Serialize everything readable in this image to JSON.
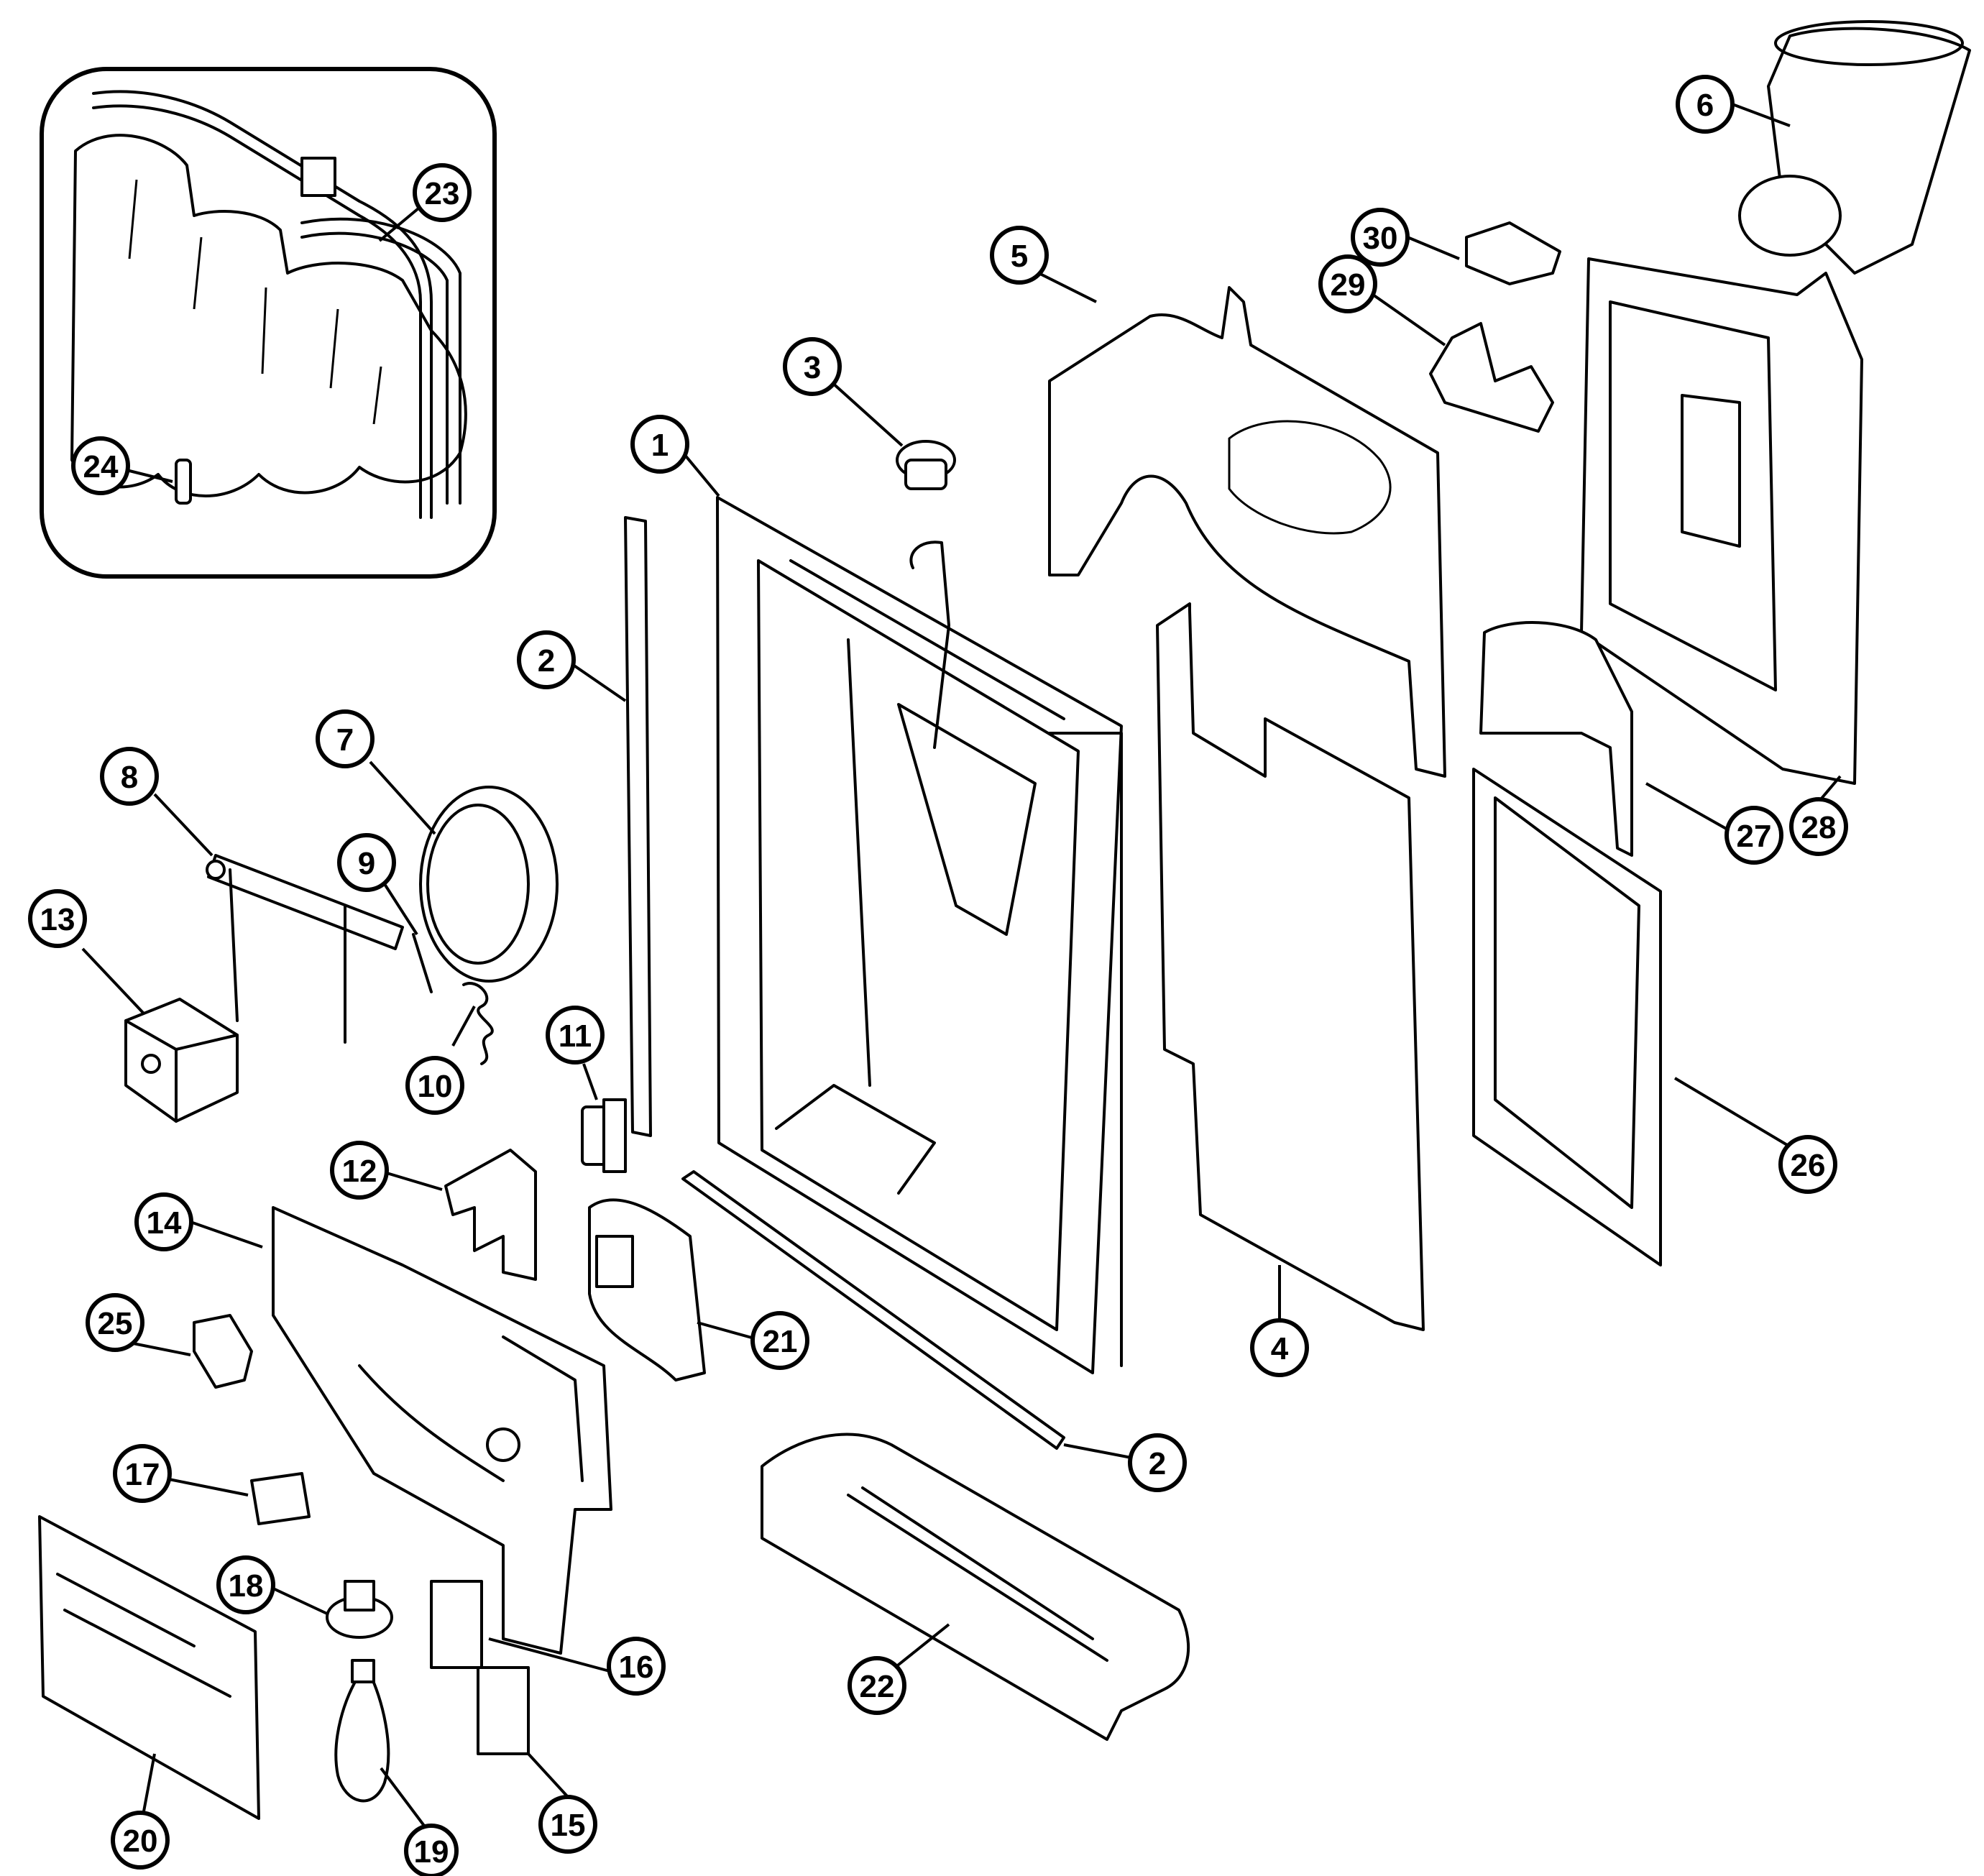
{
  "diagram": {
    "colors": {
      "line": "#000000",
      "background": "#ffffff"
    },
    "callouts": [
      {
        "id": "c1",
        "label": "1"
      },
      {
        "id": "c2a",
        "label": "2"
      },
      {
        "id": "c2b",
        "label": "2"
      },
      {
        "id": "c3",
        "label": "3"
      },
      {
        "id": "c4",
        "label": "4"
      },
      {
        "id": "c5",
        "label": "5"
      },
      {
        "id": "c6",
        "label": "6"
      },
      {
        "id": "c7",
        "label": "7"
      },
      {
        "id": "c8",
        "label": "8"
      },
      {
        "id": "c9",
        "label": "9"
      },
      {
        "id": "c10",
        "label": "10"
      },
      {
        "id": "c11",
        "label": "11"
      },
      {
        "id": "c12",
        "label": "12"
      },
      {
        "id": "c13",
        "label": "13"
      },
      {
        "id": "c14",
        "label": "14"
      },
      {
        "id": "c15",
        "label": "15"
      },
      {
        "id": "c16",
        "label": "16"
      },
      {
        "id": "c17",
        "label": "17"
      },
      {
        "id": "c18",
        "label": "18"
      },
      {
        "id": "c19",
        "label": "19"
      },
      {
        "id": "c20",
        "label": "20"
      },
      {
        "id": "c21",
        "label": "21"
      },
      {
        "id": "c22",
        "label": "22"
      },
      {
        "id": "c23",
        "label": "23"
      },
      {
        "id": "c24",
        "label": "24"
      },
      {
        "id": "c25",
        "label": "25"
      },
      {
        "id": "c26",
        "label": "26"
      },
      {
        "id": "c27",
        "label": "27"
      },
      {
        "id": "c28",
        "label": "28"
      },
      {
        "id": "c29",
        "label": "29"
      },
      {
        "id": "c30",
        "label": "30"
      }
    ]
  }
}
